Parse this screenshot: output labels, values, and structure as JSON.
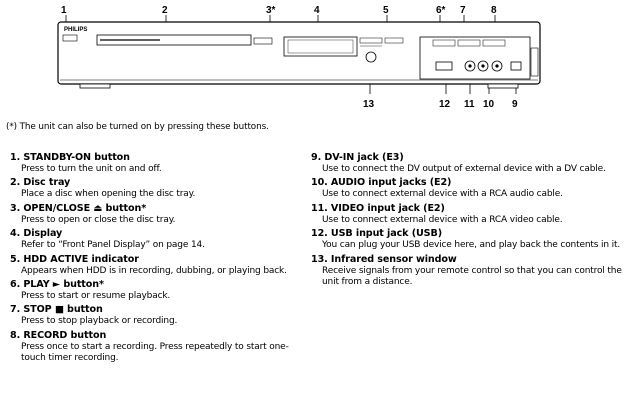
{
  "diagram": {
    "brand": "PHILIPS",
    "callouts_top": [
      "1",
      "2",
      "3*",
      "4",
      "5",
      "6*",
      "7",
      "8"
    ],
    "callouts_bottom": [
      "13",
      "12",
      "11",
      "10",
      "9"
    ]
  },
  "note": "(*) The unit can also be turned on by pressing these buttons.",
  "items_left": [
    {
      "title": "1. STANDBY-ON button",
      "desc": "Press to turn the unit on and off."
    },
    {
      "title": "2. Disc tray",
      "desc": "Place a disc when opening the disc tray."
    },
    {
      "title": "3. OPEN/CLOSE ⏏ button*",
      "desc": "Press to open or close the disc tray."
    },
    {
      "title": "4. Display",
      "desc": "Refer to “Front Panel Display” on page 14."
    },
    {
      "title": "5. HDD ACTIVE indicator",
      "desc": "Appears when HDD is in recording, dubbing, or playing back."
    },
    {
      "title": "6. PLAY ► button*",
      "desc": "Press to start or resume playback."
    },
    {
      "title": "7. STOP ■ button",
      "desc": "Press to stop playback or recording."
    },
    {
      "title": "8. RECORD button",
      "desc": "Press once to start a recording. Press repeatedly to start one-touch timer recording."
    }
  ],
  "items_right": [
    {
      "title": "9. DV-IN jack (E3)",
      "desc": "Use to connect the DV output of external device with a DV cable."
    },
    {
      "title": "10. AUDIO input jacks (E2)",
      "desc": "Use to connect external device with a RCA audio cable."
    },
    {
      "title": "11. VIDEO input jack (E2)",
      "desc": "Use to connect external device with a RCA video cable."
    },
    {
      "title": "12. USB input jack (USB)",
      "desc": "You can plug your USB device here, and play back the contents in it."
    },
    {
      "title": "13. Infrared sensor window",
      "desc": "Receive signals from your remote control so that you can control the unit from a distance."
    }
  ]
}
